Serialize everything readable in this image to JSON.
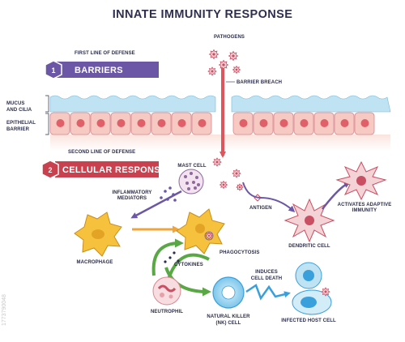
{
  "title": "INNATE IMMUNITY RESPONSE",
  "first_line": {
    "heading": "FIRST LINE OF DEFENSE",
    "number": "1",
    "banner": "BARRIERS",
    "color": "#6b57a5"
  },
  "second_line": {
    "heading": "SECOND LINE OF DEFENSE",
    "number": "2",
    "banner": "CELLULAR RESPONSE",
    "color": "#c9414e"
  },
  "labels": {
    "pathogens": "PATHOGENS",
    "barrier_breach": "BARRIER BREACH",
    "mucus_line1": "MUCUS",
    "mucus_line2": "AND CILIA",
    "epithelial_line1": "EPITHELIAL",
    "epithelial_line2": "BARRIER",
    "mast_cell": "MAST CELL",
    "inflammatory_line1": "INFLAMMATORY",
    "inflammatory_line2": "MEDIATORS",
    "antigen": "ANTIGEN",
    "activates_line1": "ACTIVATES ADAPTIVE",
    "activates_line2": "IMMUNITY",
    "macrophage": "MACROPHAGE",
    "phagocytosis": "PHAGOCYTOSIS",
    "dendritic_cell": "DENDRITIC CELL",
    "cytokines": "CYTOKINES",
    "induces_line1": "INDUCES",
    "induces_line2": "CELL DEATH",
    "neutrophil": "NEUTROPHIL",
    "nk_line1": "NATURAL KILLER",
    "nk_line2": "(NK) CELL",
    "infected_host_cell": "INFECTED HOST CELL",
    "stock_id": "1773790048"
  },
  "colors": {
    "title": "#2e2f4e",
    "mucus": "#bfe3f2",
    "epithelial_cell": "#f6c9c2",
    "nucleus": "#e0606a",
    "arrow_red": "#e0545c",
    "arrow_purple": "#6b57a5",
    "arrow_orange": "#f0a43a",
    "arrow_green": "#5aa845",
    "arrow_blue": "#3aa0dc",
    "macrophage": "#f6c23e",
    "pathogen": "#c94f63"
  }
}
